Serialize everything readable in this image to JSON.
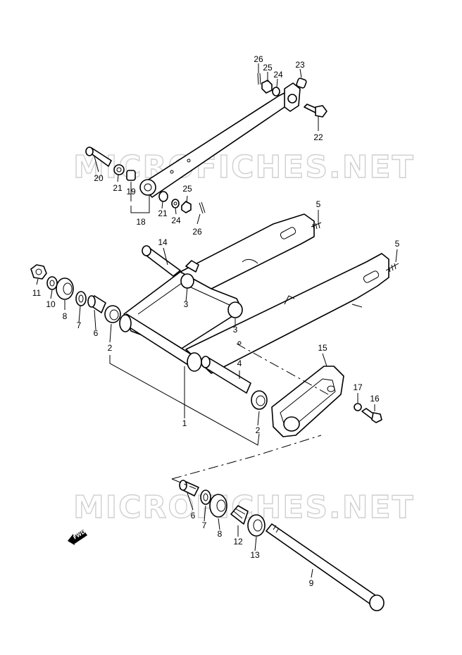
{
  "watermark": "MICROFICHES.NET",
  "fwd_label": "FWD",
  "callouts": {
    "p1": "1",
    "p2a": "2",
    "p2b": "2",
    "p3a": "3",
    "p3b": "3",
    "p4": "4",
    "p5a": "5",
    "p5b": "5",
    "p6a": "6",
    "p6b": "6",
    "p7a": "7",
    "p7b": "7",
    "p8a": "8",
    "p8b": "8",
    "p9": "9",
    "p10": "10",
    "p11": "11",
    "p12": "12",
    "p13": "13",
    "p14": "14",
    "p15": "15",
    "p16": "16",
    "p17": "17",
    "p18": "18",
    "p19": "19",
    "p20": "20",
    "p21a": "21",
    "p21b": "21",
    "p22": "22",
    "p23": "23",
    "p24a": "24",
    "p24b": "24",
    "p25a": "25",
    "p25b": "25",
    "p26a": "26",
    "p26b": "26"
  }
}
